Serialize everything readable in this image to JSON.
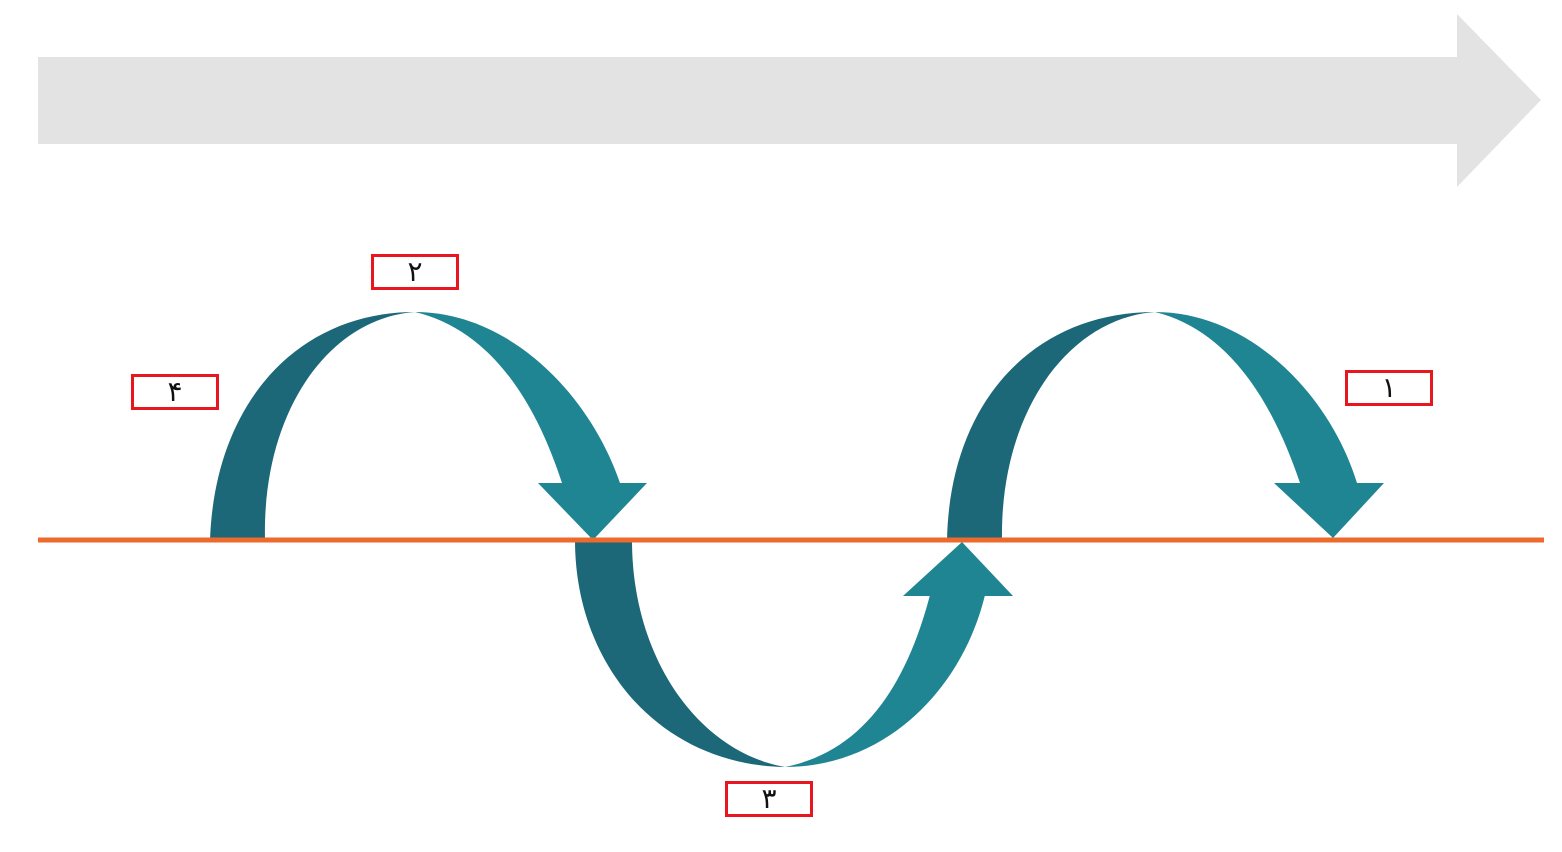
{
  "colors": {
    "timeline_arrow": "#e3e3e3",
    "baseline": "#ee6a2c",
    "arrow_dark": "#1c6878",
    "arrow_light": "#208593",
    "label_border": "#e8161e"
  },
  "labels": {
    "one": "١",
    "two": "٢",
    "three": "٣",
    "four": "۴"
  }
}
